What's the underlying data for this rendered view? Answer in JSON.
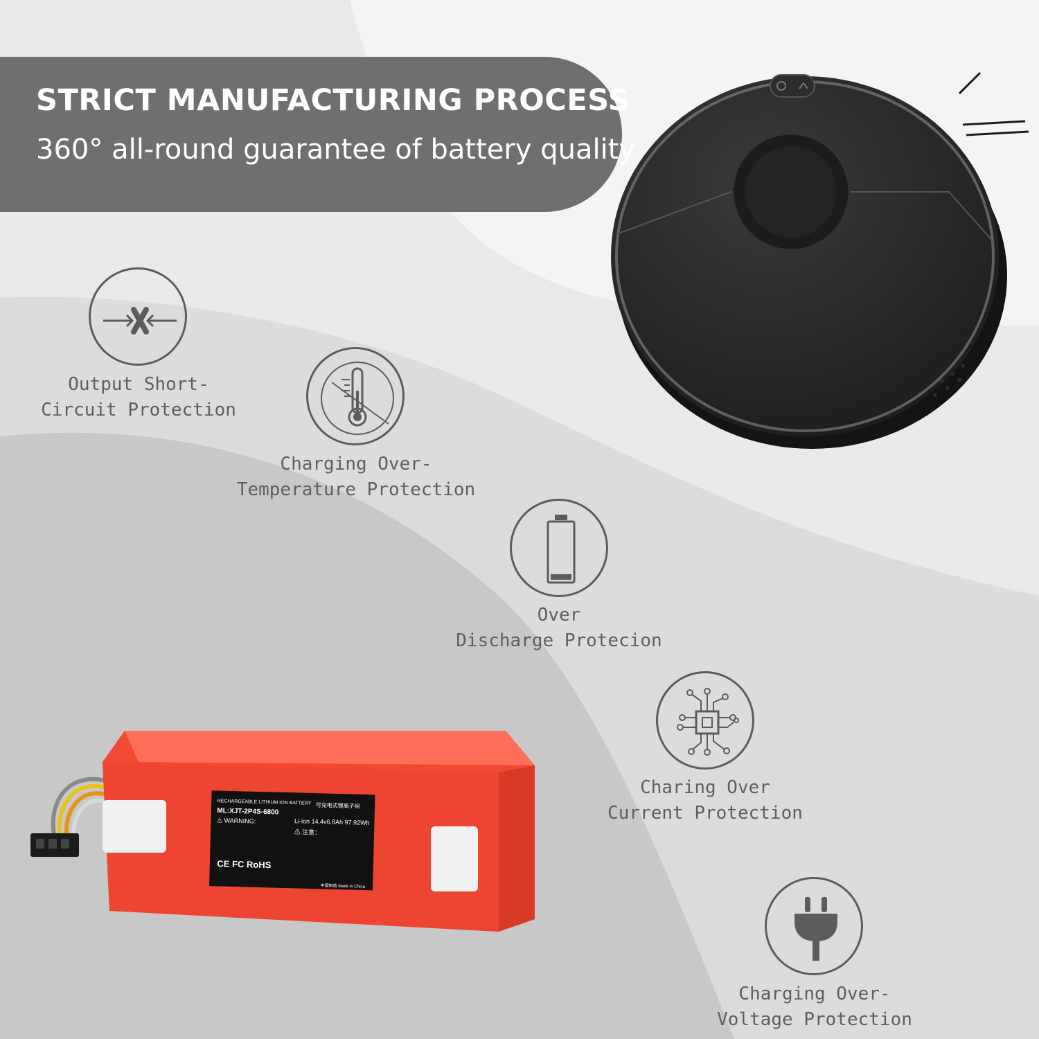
{
  "banner": {
    "title": "STRICT MANUFACTURING PROCESS",
    "subtitle": "360° all-round guarantee of battery quality"
  },
  "features": [
    {
      "icon": "short-circuit-x-icon",
      "line1": "Output Short-",
      "line2": "Circuit Protection"
    },
    {
      "icon": "thermometer-icon",
      "line1": "Charging Over-",
      "line2": "Temperature Protection"
    },
    {
      "icon": "low-battery-icon",
      "line1": "Over",
      "line2": "Discharge Protecion"
    },
    {
      "icon": "chip-circuit-icon",
      "line1": "Charing Over",
      "line2": "Current Protection"
    },
    {
      "icon": "power-plug-icon",
      "line1": "Charging Over-",
      "line2": "Voltage Protection"
    }
  ],
  "battery_label": {
    "header_left": "RECHARGEABLE LITHIUM ION BATTERY",
    "header_right": "可充电式锂离子组",
    "model": "ML:XJT-2P4S-6800",
    "spec": "Li-ion 14.4v6.8Ah 97.92Wh",
    "warning": "⚠ WARNING:",
    "warning_cn": "⚠ 注意：",
    "marks": "CE FC RoHS",
    "made_in": "中国制造 Made in China"
  },
  "colors": {
    "banner": "#6f6f6f",
    "battery": "#f04a35",
    "icon_stroke": "#5c5c5c",
    "text": "#5f5f5f"
  }
}
